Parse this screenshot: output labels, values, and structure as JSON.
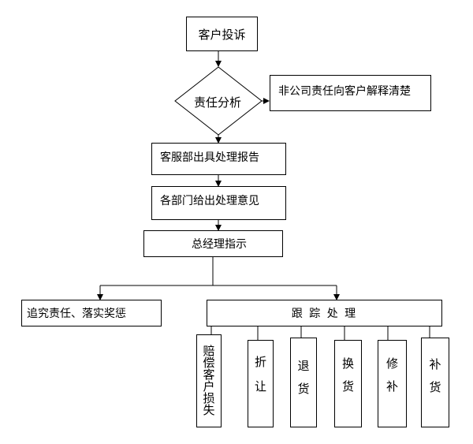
{
  "nodes": {
    "complaint": "客户投诉",
    "analysis": "责任分析",
    "not_company": "非公司责任向客户解释清楚",
    "cs_report": "客服部出具处理报告",
    "dept_opinion": "各部门给出处理意见",
    "gm_instruct": "总经理指示",
    "accountability": "追究责任、落实奖惩",
    "follow_up": "跟 踪 处 理"
  },
  "branches": [
    {
      "id": "compensate",
      "chars": [
        "赔",
        "偿",
        "客",
        "户",
        "损",
        "失"
      ]
    },
    {
      "id": "discount",
      "chars": [
        "折",
        "让"
      ]
    },
    {
      "id": "return",
      "chars": [
        "退",
        "货"
      ]
    },
    {
      "id": "exchange",
      "chars": [
        "换",
        "货"
      ]
    },
    {
      "id": "repair",
      "chars": [
        "修",
        "补"
      ]
    },
    {
      "id": "replenish",
      "chars": [
        "补",
        "货"
      ]
    }
  ]
}
